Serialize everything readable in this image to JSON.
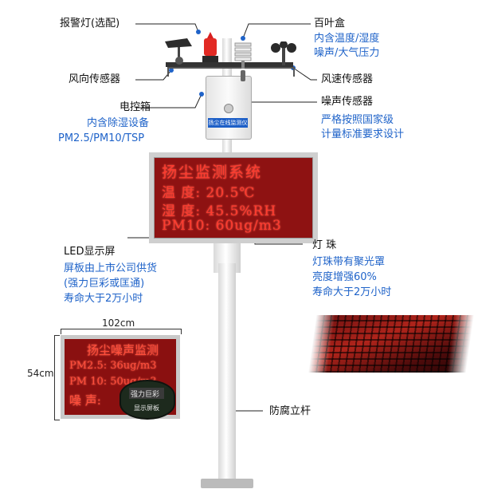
{
  "labels": {
    "alarm_light": "报警灯(选配)",
    "wind_direction": "风向传感器",
    "control_box": "电控箱",
    "control_box_sub1": "内含除湿设备",
    "control_box_sub2": "PM2.5/PM10/TSP",
    "louver_box": "百叶盒",
    "louver_sub1": "内含温度/湿度",
    "louver_sub2": "噪声/大气压力",
    "wind_speed": "风速传感器",
    "noise_sensor": "噪声传感器",
    "noise_sub1": "严格按照国家级",
    "noise_sub2": "计量标准要求设计",
    "led_screen": "LED显示屏",
    "led_sub1": "屏板由上市公司供货",
    "led_sub2": "(强力巨彩或匡通)",
    "led_sub3": "寿命大于2万小时",
    "beads": "灯 珠",
    "beads_sub1": "灯珠带有聚光罩",
    "beads_sub2": "亮度增强60%",
    "beads_sub3": "寿命大于2万小时",
    "pole": "防腐立杆",
    "width_dim": "102cm",
    "height_dim": "54cm"
  },
  "box_label": "扬尘在线监测仪",
  "led_main": {
    "title": "扬尘监测系统",
    "row1": "温 度: 20.5℃",
    "row2": "湿 度: 45.5%RH",
    "row3": "PM10: 60ug/m3"
  },
  "led_small": {
    "title": "扬尘噪声监测",
    "row1": "PM2.5: 36ug/m3",
    "row2": "PM 10: 50ug/m3",
    "row3": "噪 声:",
    "module_text": "强力巨彩",
    "module_label": "显示屏板"
  },
  "colors": {
    "accent": "#1f63c9",
    "led_red": "#ff3b2f",
    "led_bg": "#8e1212"
  }
}
